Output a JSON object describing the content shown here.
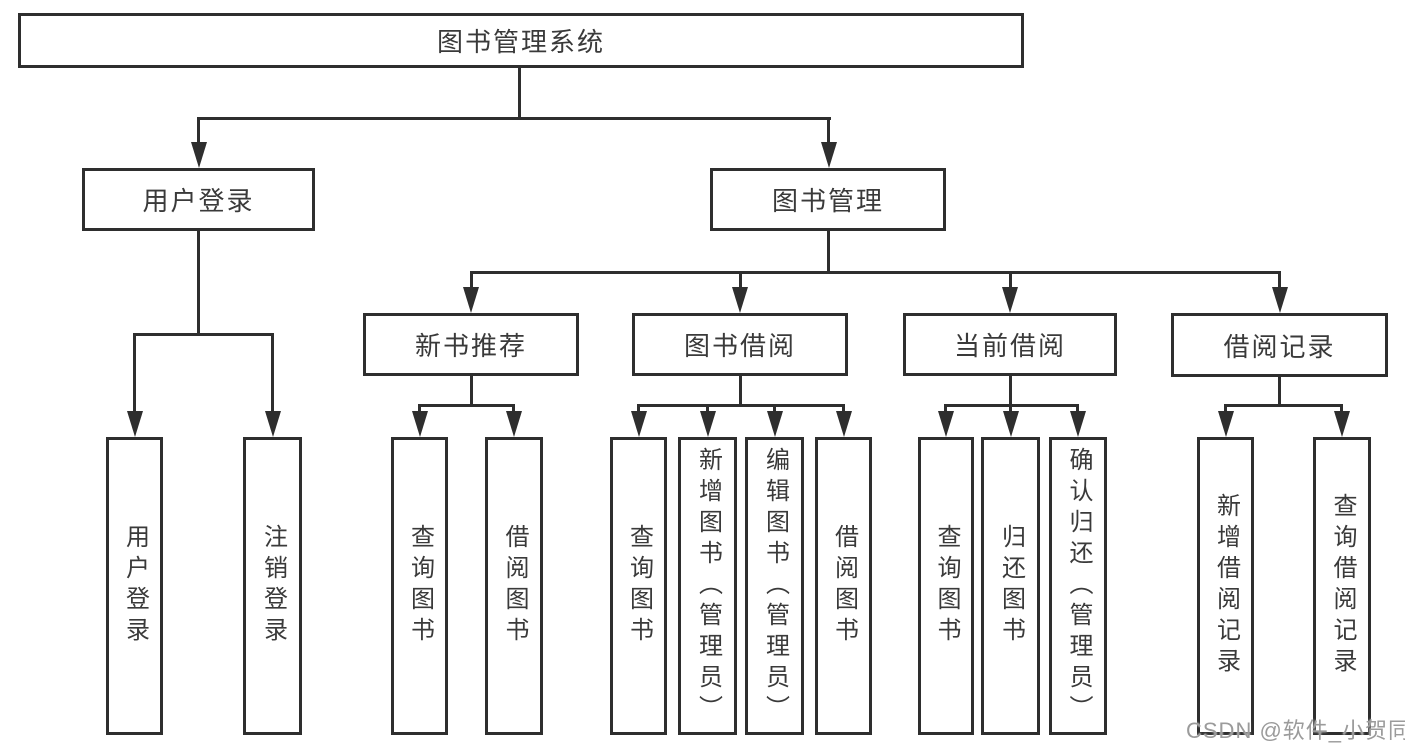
{
  "tree": {
    "label": "图书管理系统",
    "children": [
      {
        "label": "用户登录",
        "children": [
          {
            "label": "用户登录"
          },
          {
            "label": "注销登录"
          }
        ]
      },
      {
        "label": "图书管理",
        "children": [
          {
            "label": "新书推荐",
            "children": [
              {
                "label": "查询图书"
              },
              {
                "label": "借阅图书"
              }
            ]
          },
          {
            "label": "图书借阅",
            "children": [
              {
                "label": "查询图书"
              },
              {
                "label": "新增图书（管理员）"
              },
              {
                "label": "编辑图书（管理员）"
              },
              {
                "label": "借阅图书"
              }
            ]
          },
          {
            "label": "当前借阅",
            "children": [
              {
                "label": "查询图书"
              },
              {
                "label": "归还图书"
              },
              {
                "label": "确认归还（管理员）"
              }
            ]
          },
          {
            "label": "借阅记录",
            "children": [
              {
                "label": "新增借阅记录"
              },
              {
                "label": "查询借阅记录"
              }
            ]
          }
        ]
      }
    ]
  },
  "watermark": {
    "text": "CSDN @软件_小贺同学"
  },
  "colors": {
    "line": "#2e2e2e",
    "text": "#3a3a3a",
    "watermark": "#9b9b9b",
    "background": "#ffffff"
  }
}
